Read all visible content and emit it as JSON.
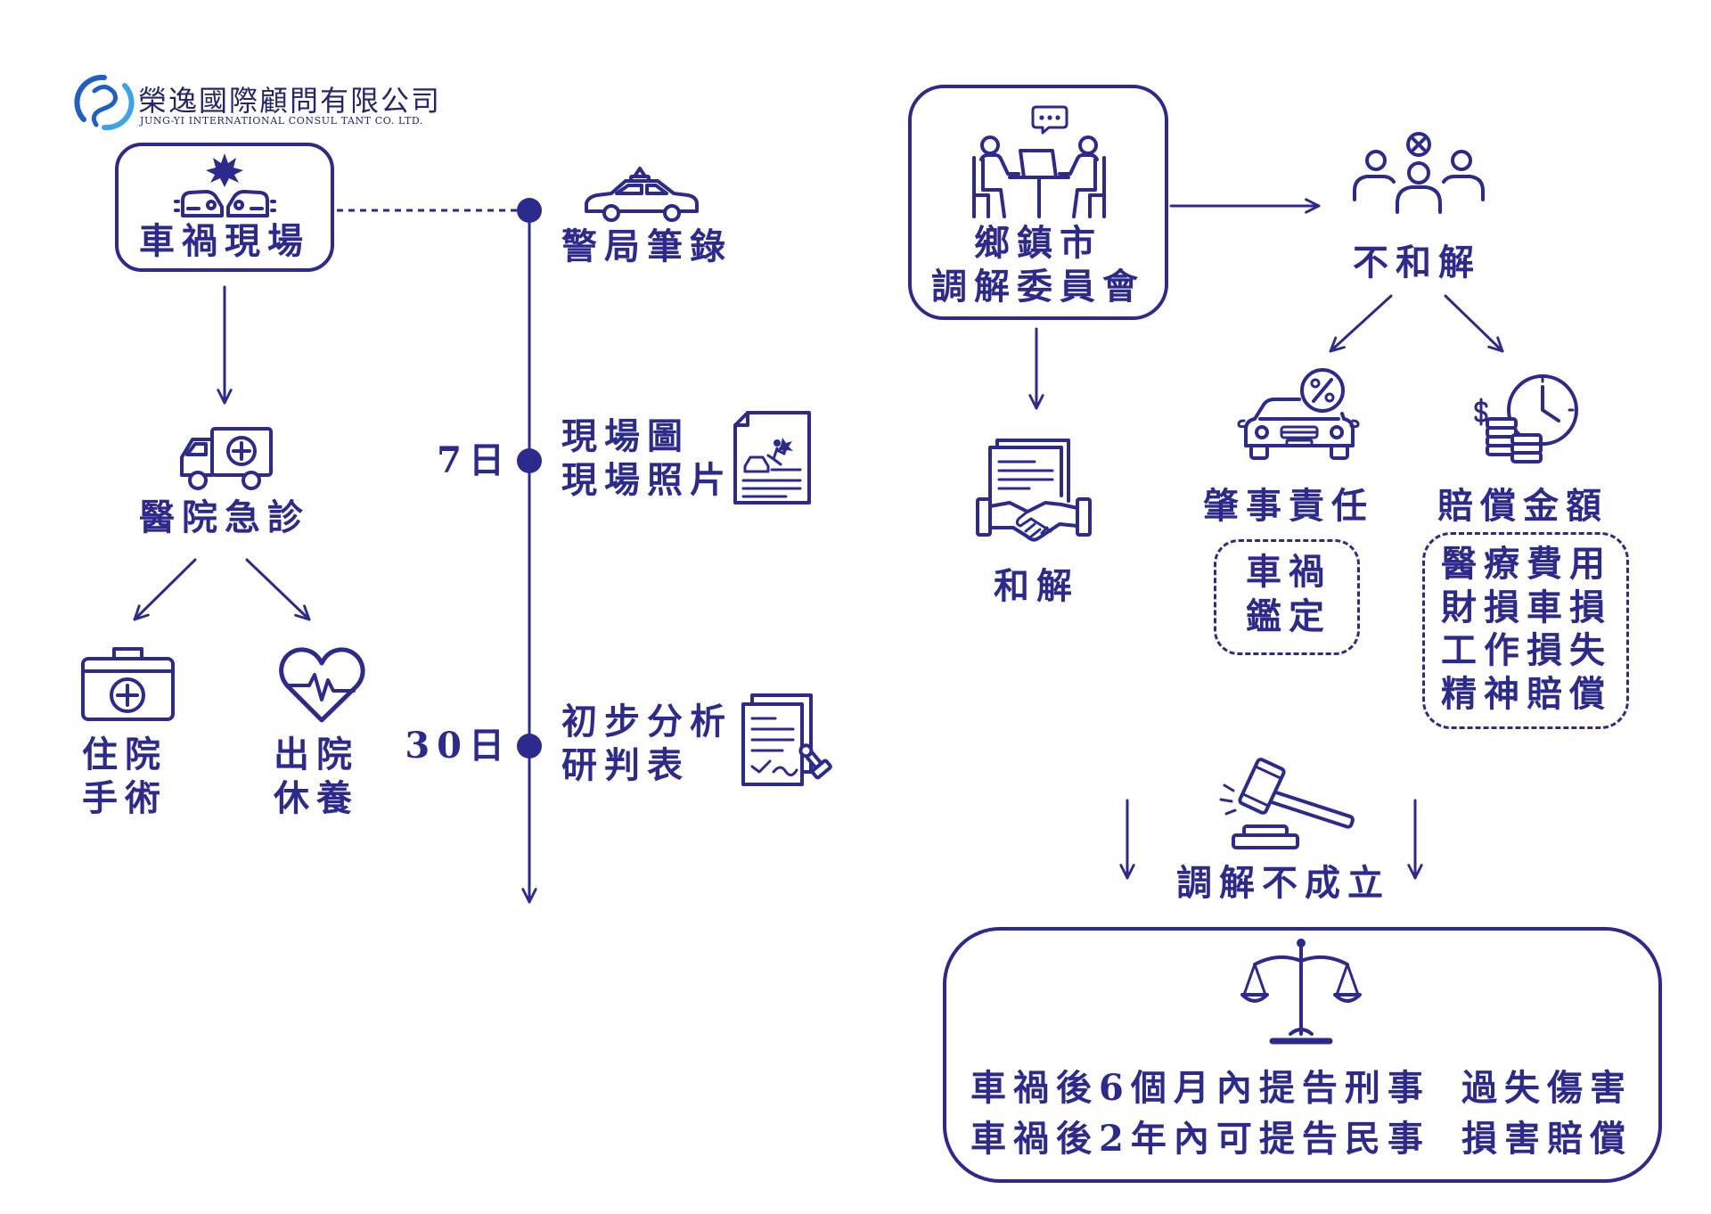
{
  "colors": {
    "primary": "#2d2a8e",
    "logo_text": "#25256e",
    "logo_dark": "#1f5fc2",
    "logo_light": "#3ba3ea"
  },
  "logo": {
    "name": "榮逸國際顧問有限公司",
    "subtitle": "JUNG-YI INTERNATIONAL CONSUL TANT CO. LTD."
  },
  "left": {
    "accident_scene": "車禍現場",
    "hospital": "醫院急診",
    "inpatient": [
      "住院",
      "手術"
    ],
    "discharge": [
      "出院",
      "休養"
    ]
  },
  "timeline": {
    "police": "警局筆錄",
    "day7": "7日",
    "scene_docs": [
      "現場圖",
      "現場照片"
    ],
    "day30": "30日",
    "analysis": [
      "初步分析",
      "研判表"
    ]
  },
  "right": {
    "committee": [
      "鄉鎮市",
      "調解委員會"
    ],
    "no_settlement": "不和解",
    "settlement": "和解",
    "liability": "肇事責任",
    "liability_detail": [
      "車禍",
      "鑑定"
    ],
    "compensation": "賠償金額",
    "compensation_items": [
      "醫療費用",
      "財損車損",
      "工作損失",
      "精神賠償"
    ],
    "mediation_failed": "調解不成立",
    "legal": [
      {
        "deadline": "車禍後6個月內提告刑事",
        "type": "過失傷害"
      },
      {
        "deadline": "車禍後2年內可提告民事",
        "type": "損害賠償"
      }
    ]
  },
  "icons": {
    "logo": "jy-swirl-logo-icon",
    "accident": "car-crash-icon",
    "police": "police-car-icon",
    "scene_doc": "accident-report-icon",
    "analysis_doc": "signed-document-icon",
    "hospital": "ambulance-icon",
    "inpatient": "first-aid-kit-icon",
    "discharge": "heartbeat-icon",
    "committee": "mediation-meeting-icon",
    "no_settlement": "group-reject-icon",
    "liability": "car-percent-icon",
    "compensation": "money-clock-icon",
    "settlement": "handshake-contract-icon",
    "mediation_failed": "gavel-icon",
    "legal": "scales-of-justice-icon"
  }
}
